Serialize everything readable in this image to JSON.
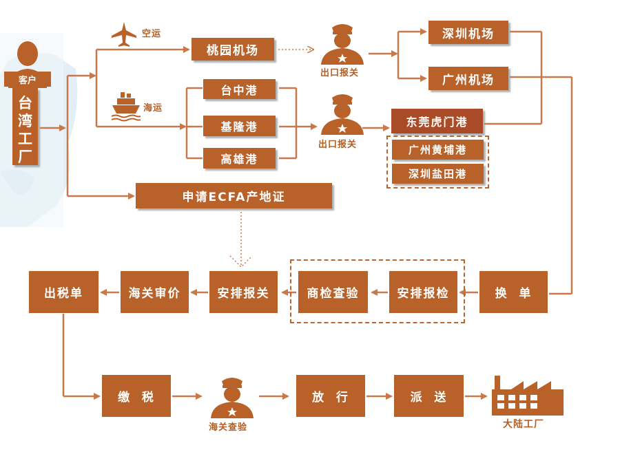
{
  "colors": {
    "accent": "#b8622a",
    "line": "#c8784a",
    "background": "#ffffff"
  },
  "customer": {
    "badge": "客户",
    "name_chars": [
      "台",
      "湾",
      "工",
      "厂"
    ]
  },
  "transport": {
    "air": "空运",
    "sea": "海运"
  },
  "nodes": {
    "taoyuan": "桃园机场",
    "taichung": "台中港",
    "keelung": "基隆港",
    "kaohsiung": "高雄港",
    "shenzhen_airport": "深圳机场",
    "guangzhou_airport": "广州机场",
    "dongguan_humen": "东莞虎门港",
    "guangzhou_huangpu": "广州黄埔港",
    "shenzhen_yantian": "深圳盐田港",
    "ecfa": "申请ECFA产地证",
    "exchange": "换  单",
    "inspection_apply": "安排报检",
    "commodity_check": "商检查验",
    "customs_declare": "安排报关",
    "customs_valuation": "海关审价",
    "tax_bill": "出税单",
    "pay_tax": "缴  税",
    "release": "放  行",
    "deliver": "派  送"
  },
  "officer_labels": {
    "export_air": "出口报关",
    "export_sea": "出口报关",
    "customs_inspection": "海关查验"
  },
  "destination": "大陆工厂",
  "icons": [
    "person-icon",
    "map-icon",
    "airplane-icon",
    "ship-icon",
    "customs-officer-icon",
    "factory-icon"
  ]
}
